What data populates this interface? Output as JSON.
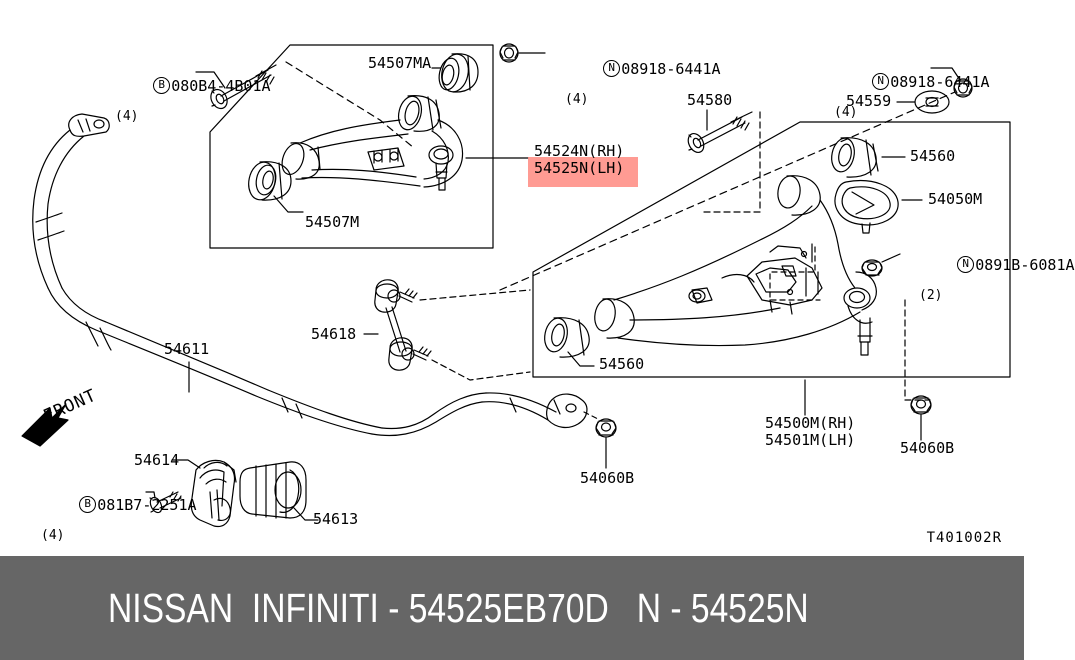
{
  "diagram": {
    "code": "T401002R",
    "front_marker": "FRONT"
  },
  "callouts": {
    "upper_arm_bolt": {
      "prefix": "B",
      "number": "080B4-4B01A",
      "qty": "(4)"
    },
    "upper_arm_bushing_a": {
      "number": "54507MA"
    },
    "upper_arm_bushing": {
      "number": "54507M"
    },
    "upper_arm_nut": {
      "prefix": "N",
      "number": "08918-6441A",
      "qty": "(4)"
    },
    "upper_arm_rh": {
      "number": "54524N(RH)",
      "highlighted": false
    },
    "upper_arm_lh": {
      "number": "54525N(LH)",
      "highlighted": true
    },
    "lower_arm_bolt": {
      "number": "54580"
    },
    "lower_arm_nut_upper": {
      "prefix": "N",
      "number": "08918-6441A",
      "qty": "(4)"
    },
    "washer": {
      "number": "54559"
    },
    "lower_bushing_upper": {
      "number": "54560"
    },
    "ball_joint_boot": {
      "number": "54050M"
    },
    "lower_arm_nut_right": {
      "prefix": "N",
      "number": "0891B-6081A",
      "qty": "(2)"
    },
    "lower_bushing_lower": {
      "number": "54560"
    },
    "lower_arm_rh": {
      "number": "54500M(RH)"
    },
    "lower_arm_lh": {
      "number": "54501M(LH)"
    },
    "stab_nut_right": {
      "number": "54060B"
    },
    "stab_nut_center": {
      "number": "54060B"
    },
    "stab_link": {
      "number": "54618"
    },
    "stab_bar": {
      "number": "54611"
    },
    "stab_bracket": {
      "number": "54614"
    },
    "stab_bracket_bolt": {
      "prefix": "B",
      "number": "081B7-2251A",
      "qty": "(4)"
    },
    "stab_bushing": {
      "number": "54613"
    }
  },
  "banner": {
    "text": "NISSAN  INFINITI - 54525EB70D   N - 54525N",
    "background": "#666666",
    "foreground": "#ffffff"
  },
  "colors": {
    "highlight": "#ff8a80",
    "line": "#000000",
    "paper": "#ffffff"
  }
}
